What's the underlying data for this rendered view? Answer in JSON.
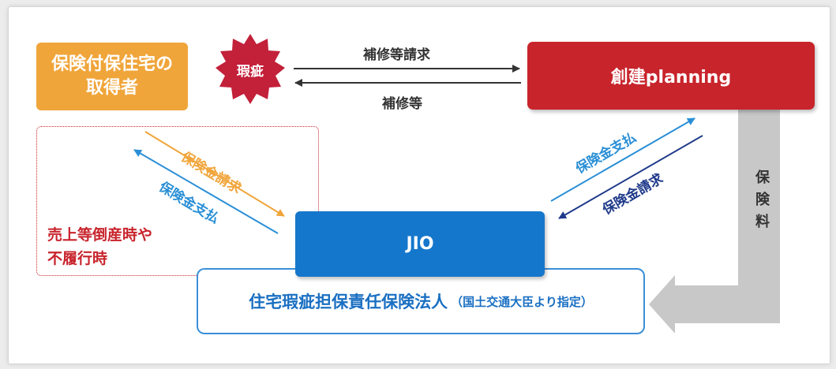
{
  "nodes": {
    "owner": {
      "line1": "保険付保住宅の",
      "line2": "取得者"
    },
    "defect": {
      "label": "瑕疵"
    },
    "builder": {
      "label": "創建planning"
    },
    "jio": {
      "label": "JIO"
    },
    "insurer": {
      "main": "住宅瑕疵担保責任保険法人",
      "sub": "（国土交通大臣より指定）"
    }
  },
  "edges": {
    "repair_request": "補修等請求",
    "repair": "補修等",
    "left_claim": "保険金請求",
    "left_payment": "保険金支払",
    "right_payment": "保険金支払",
    "right_claim": "保険金請求",
    "premium": [
      "保",
      "険",
      "料"
    ]
  },
  "note": {
    "line1": "売上等倒産時や",
    "line2": "不履行時"
  },
  "colors": {
    "orange": "#f0a53a",
    "red": "#c8242c",
    "blue": "#1577cc",
    "light_blue": "#2a8fd6",
    "navy": "#1f3a8a",
    "gray": "#c8c8c8"
  }
}
